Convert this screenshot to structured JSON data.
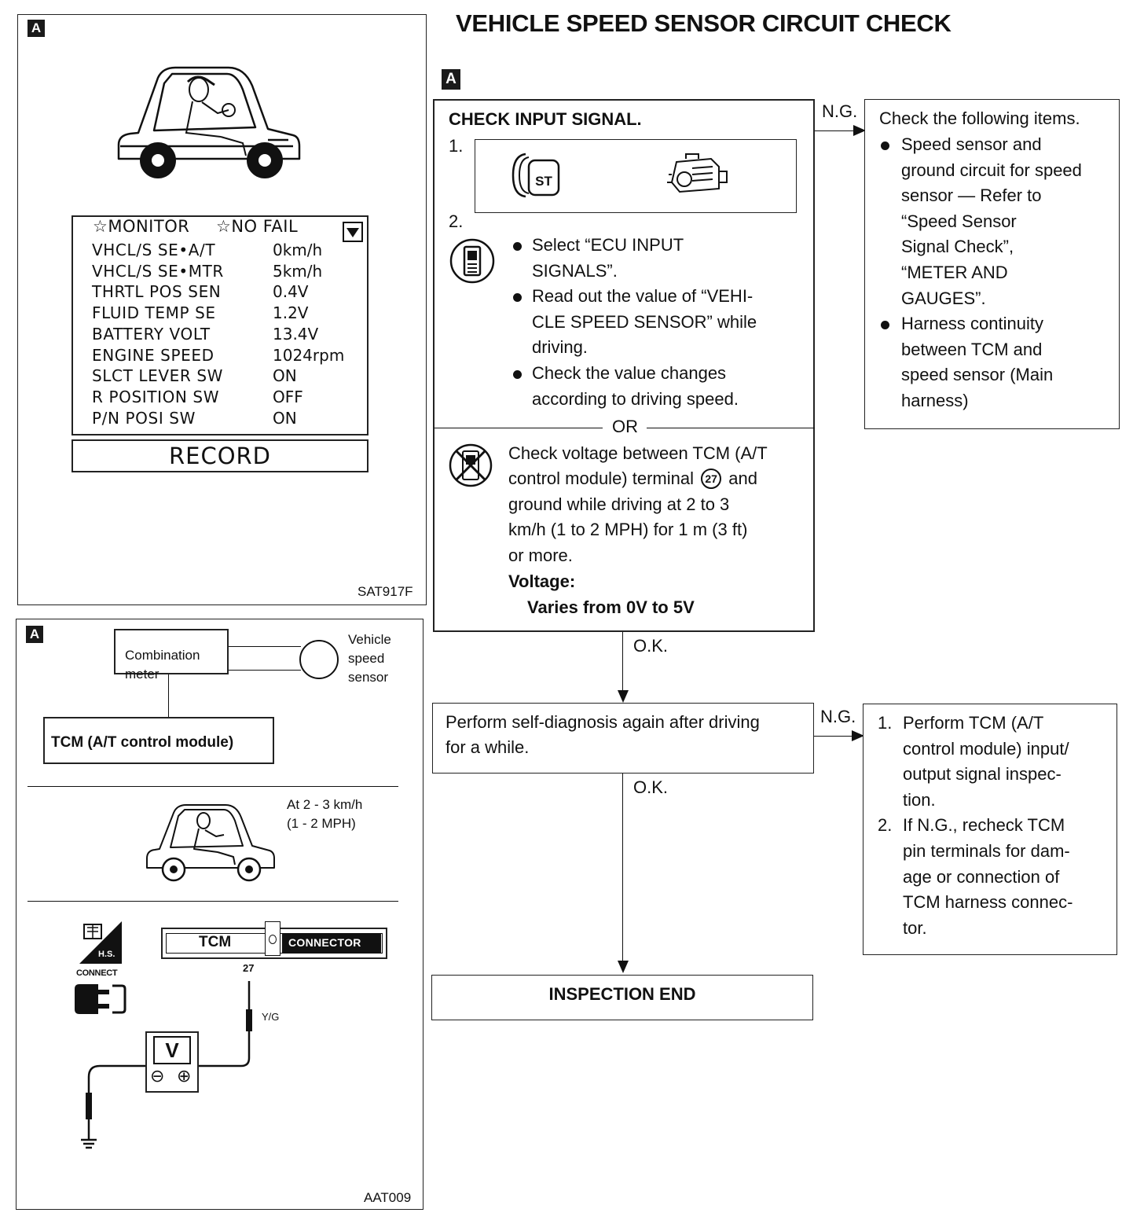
{
  "page_title": "VEHICLE SPEED SENSOR CIRCUIT CHECK",
  "tags": {
    "a": "A"
  },
  "panel1": {
    "monitor_header_1": "☆MONITOR",
    "monitor_header_2": "☆NO FAIL",
    "monitor_rows": [
      {
        "label": "VHCL/S SE•A/T",
        "value": "0km/h"
      },
      {
        "label": "VHCL/S SE•MTR",
        "value": "5km/h"
      },
      {
        "label": "THRTL POS SEN",
        "value": "0.4V"
      },
      {
        "label": "FLUID TEMP SE",
        "value": "1.2V"
      },
      {
        "label": "BATTERY VOLT",
        "value": "13.4V"
      },
      {
        "label": "ENGINE SPEED",
        "value": "1024rpm"
      },
      {
        "label": "SLCT LEVER SW",
        "value": "ON"
      },
      {
        "label": "R POSITION SW",
        "value": "OFF"
      },
      {
        "label": "P/N POSI SW",
        "value": "ON"
      }
    ],
    "record_button": "RECORD",
    "figure_code": "SAT917F"
  },
  "panel2": {
    "combination_meter": [
      "Combination",
      "meter"
    ],
    "sensor_label": [
      "Vehicle",
      "speed",
      "sensor"
    ],
    "terminal_27": "27",
    "tcm_label": "TCM (A/T control module)",
    "speed_note": [
      "At 2 - 3 km/h",
      "(1 - 2 MPH)"
    ],
    "hs_label": "H.S.",
    "connect_label": "CONNECT",
    "tcm_connector_left": "TCM",
    "tcm_connector_right": "CONNECTOR",
    "wire_terminal": "27",
    "wire_color": "Y/G",
    "voltmeter": "V",
    "meter_neg": "⊖",
    "meter_pos": "⊕",
    "figure_code": "AAT009"
  },
  "flow": {
    "check_title": "CHECK INPUT SIGNAL.",
    "step1": "1.",
    "st_key": "ST",
    "step2": "2.",
    "step2_bullets": [
      [
        "Select “ECU INPUT",
        "SIGNALS”."
      ],
      [
        "Read out the value of “VEHI-",
        "CLE SPEED SENSOR” while",
        "driving."
      ],
      [
        "Check the value changes",
        "according to driving speed."
      ]
    ],
    "or_label": "OR",
    "voltage_lines": [
      "Check voltage between TCM (A/T",
      "control module) terminal",
      "ground while driving at 2 to 3",
      "km/h (1 to 2 MPH) for 1 m (3 ft)",
      "or more."
    ],
    "terminal_circled": "27",
    "terminal_after": "and",
    "voltage_label": "Voltage:",
    "voltage_value": "Varies from 0V to 5V",
    "ng1": "N.G.",
    "ng1_title": "Check the following items.",
    "ng1_bullets": [
      [
        "Speed sensor and",
        "ground circuit for speed",
        "sensor —  Refer to",
        "“Speed Sensor",
        "Signal Check”,",
        "“METER AND",
        "GAUGES”."
      ],
      [
        "Harness continuity",
        "between TCM and",
        "speed sensor (Main",
        "harness)"
      ]
    ],
    "ok1": "O.K.",
    "self_diag": [
      "Perform self-diagnosis again after driving",
      "for a while."
    ],
    "ng2": "N.G.",
    "ng2_items": [
      {
        "num": "1.",
        "lines": [
          "Perform TCM (A/T",
          "control module) input/",
          "output signal inspec-",
          "tion."
        ]
      },
      {
        "num": "2.",
        "lines": [
          "If N.G., recheck TCM",
          "pin terminals for dam-",
          "age or connection of",
          "TCM harness connec-",
          "tor."
        ]
      }
    ],
    "ok2": "O.K.",
    "end": "INSPECTION END"
  }
}
